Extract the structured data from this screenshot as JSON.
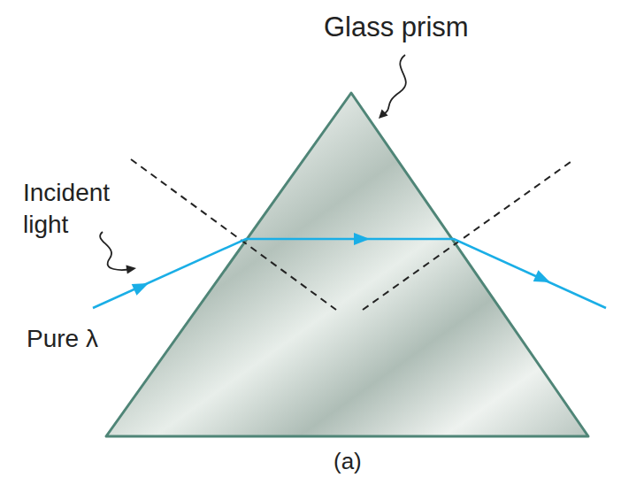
{
  "diagram": {
    "caption": "(a)",
    "labels": [
      "Glass prism",
      "Incident light",
      "Pure λ"
    ]
  }
}
